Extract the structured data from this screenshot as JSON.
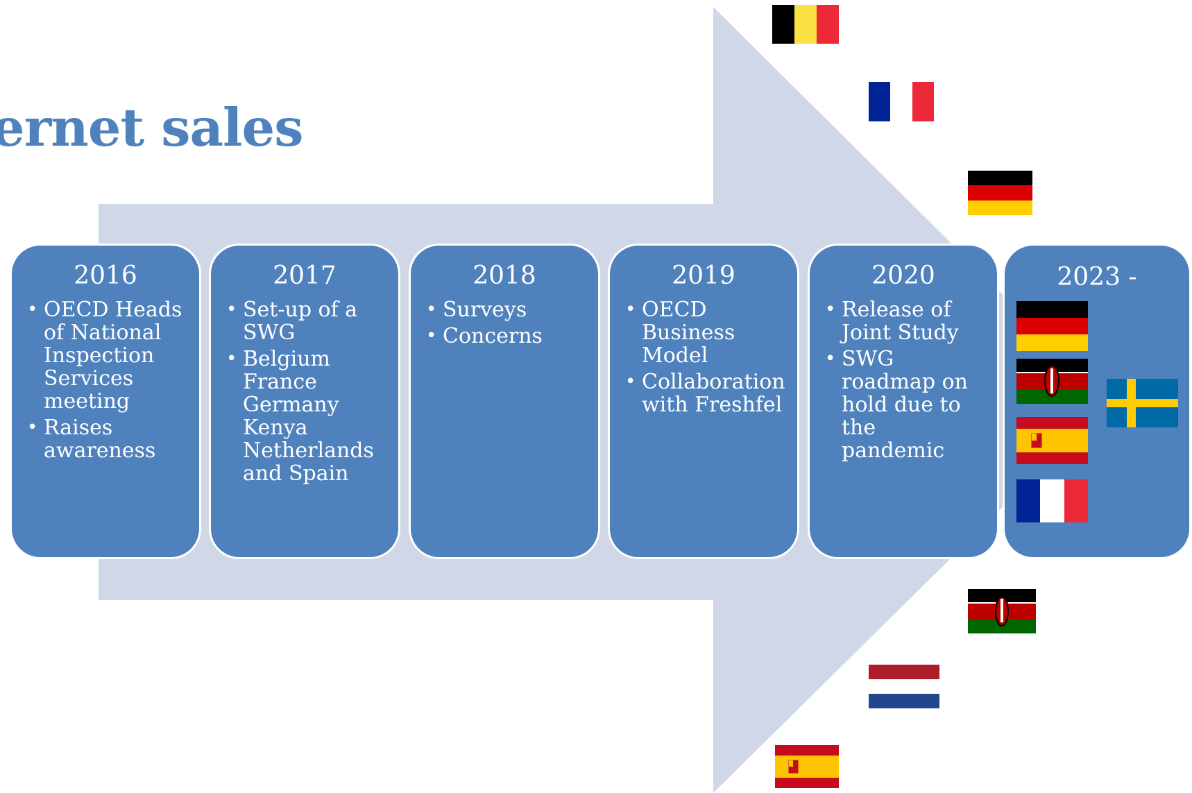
{
  "title": "ernet sales",
  "colors": {
    "arrow": "#d0d8e8",
    "card": "#4f81bd",
    "title": "#4f81bd"
  },
  "timeline": [
    {
      "year": "2016",
      "items": [
        "OECD Heads of National Inspection Services meeting",
        "Raises awareness"
      ]
    },
    {
      "year": "2017",
      "items": [
        "Set-up of a SWG",
        "Belgium France Germany Kenya Netherlands and Spain"
      ]
    },
    {
      "year": "2018",
      "items": [
        "Surveys",
        "Concerns"
      ]
    },
    {
      "year": "2019",
      "items": [
        "OECD Business Model",
        "Collaboration with Freshfel"
      ]
    },
    {
      "year": "2020",
      "items": [
        "Release of Joint Study",
        "SWG roadmap on hold due to the pandemic"
      ]
    },
    {
      "year": "2023 -",
      "flags": [
        "germany",
        "kenya",
        "spain",
        "france",
        "sweden"
      ]
    }
  ],
  "arrow_flags": [
    "belgium",
    "france",
    "germany",
    "kenya",
    "netherlands",
    "spain"
  ]
}
